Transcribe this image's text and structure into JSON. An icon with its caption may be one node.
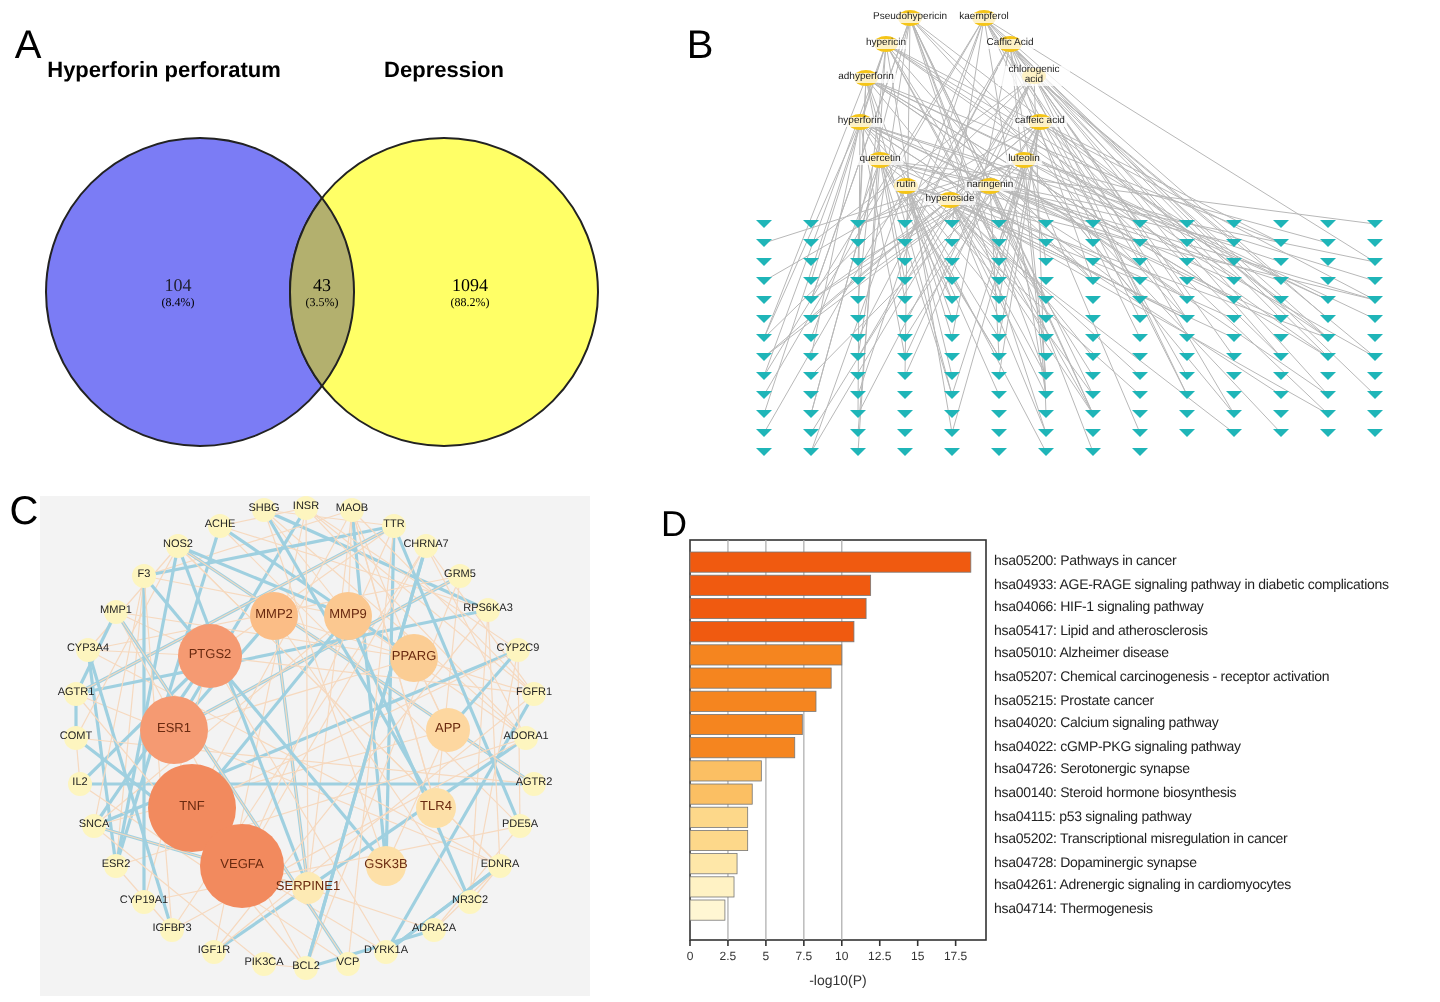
{
  "diagram": {
    "labels": [
      "A",
      "Hyperforin perforatum",
      "Depression",
      "104",
      "(8.4%)",
      "43",
      "(3.5%)",
      "1094",
      "(88.2%)",
      "B",
      "Pseudohypericin",
      "kaempferol",
      "hypericin",
      "Caffic Acid",
      "adhyperforin",
      "chlorogenic acid",
      "hyperforin",
      "caffeic acid",
      "quercetin",
      "luteolin",
      "rutin",
      "naringenin",
      "hyperoside",
      "C",
      "SHBG",
      "INSR",
      "MAOB",
      "ACHE",
      "TTR",
      "NOS2",
      "CHRNA7",
      "F3",
      "GRM5",
      "MMP1",
      "MMP2",
      "MMP9",
      "RPS6KA3",
      "CYP3A4",
      "PTGS2",
      "PPARG",
      "CYP2C9",
      "AGTR1",
      "FGFR1",
      "ESR1",
      "APP",
      "COMT",
      "ADORA1",
      "IL2",
      "AGTR2",
      "TNF",
      "TLR4",
      "SNCA",
      "PDE5A",
      "ESR2",
      "VEGFA",
      "GSK3B",
      "EDNRA",
      "SERPINE1",
      "CYP19A1",
      "NR3C2",
      "IGFBP3",
      "ADRA2A",
      "IGF1R",
      "DYRK1A",
      "PIK3CA",
      "BCL2",
      "VCP",
      "D"
    ],
    "chart_data": {
      "type": "bar",
      "orientation": "horizontal",
      "xlabel": "-log10(P)",
      "categories": [
        "hsa05200: Pathways in cancer",
        "hsa04933: AGE-RAGE signaling pathway in diabetic complications",
        "hsa04066: HIF-1 signaling pathway",
        "hsa05417: Lipid and atherosclerosis",
        "hsa05010: Alzheimer disease",
        "hsa05207: Chemical carcinogenesis - receptor activation",
        "hsa05215: Prostate cancer",
        "hsa04020: Calcium signaling pathway",
        "hsa04022: cGMP-PKG signaling pathway",
        "hsa04726: Serotonergic synapse",
        "hsa00140: Steroid hormone biosynthesis",
        "hsa04115: p53 signaling pathway",
        "hsa05202: Transcriptional misregulation in cancer",
        "hsa04728: Dopaminergic synapse",
        "hsa04261: Adrenergic signaling in cardiomyocytes",
        "hsa04714: Thermogenesis"
      ],
      "values": [
        18.5,
        11.9,
        11.6,
        10.8,
        10.0,
        9.3,
        8.3,
        7.4,
        6.9,
        4.7,
        4.1,
        3.8,
        3.8,
        3.1,
        2.9,
        2.3
      ],
      "xticks": [
        0,
        2.5,
        5,
        7.5,
        10,
        12.5,
        15,
        17.5
      ],
      "xlim": [
        0,
        19.5
      ],
      "grid": true
    }
  }
}
